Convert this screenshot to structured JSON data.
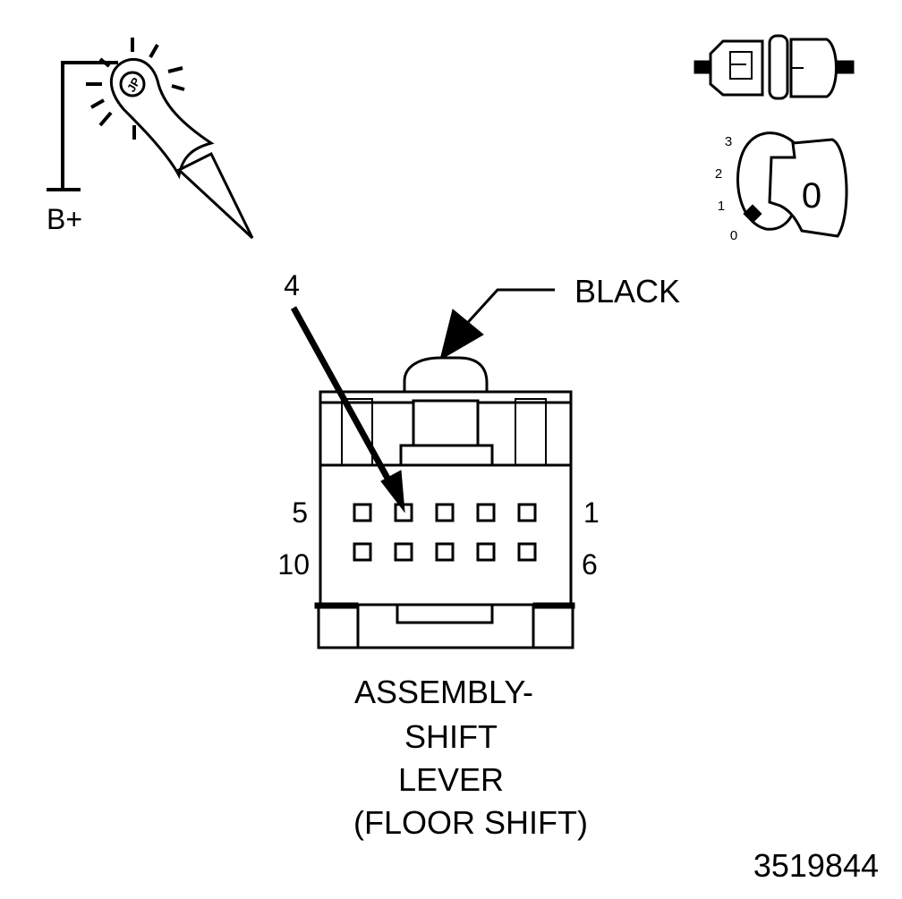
{
  "probe": {
    "label": "B+"
  },
  "ignition": {
    "positions": [
      "3",
      "2",
      "1",
      "0"
    ],
    "key_mark": "0"
  },
  "connector": {
    "color_callout": "BLACK",
    "pin_callout": "4",
    "row_labels": {
      "top_left": "5",
      "top_right": "1",
      "bottom_left": "10",
      "bottom_right": "6"
    },
    "caption_lines": [
      "ASSEMBLY-",
      "SHIFT",
      "LEVER",
      "(FLOOR SHIFT)"
    ]
  },
  "figure_number": "3519844"
}
